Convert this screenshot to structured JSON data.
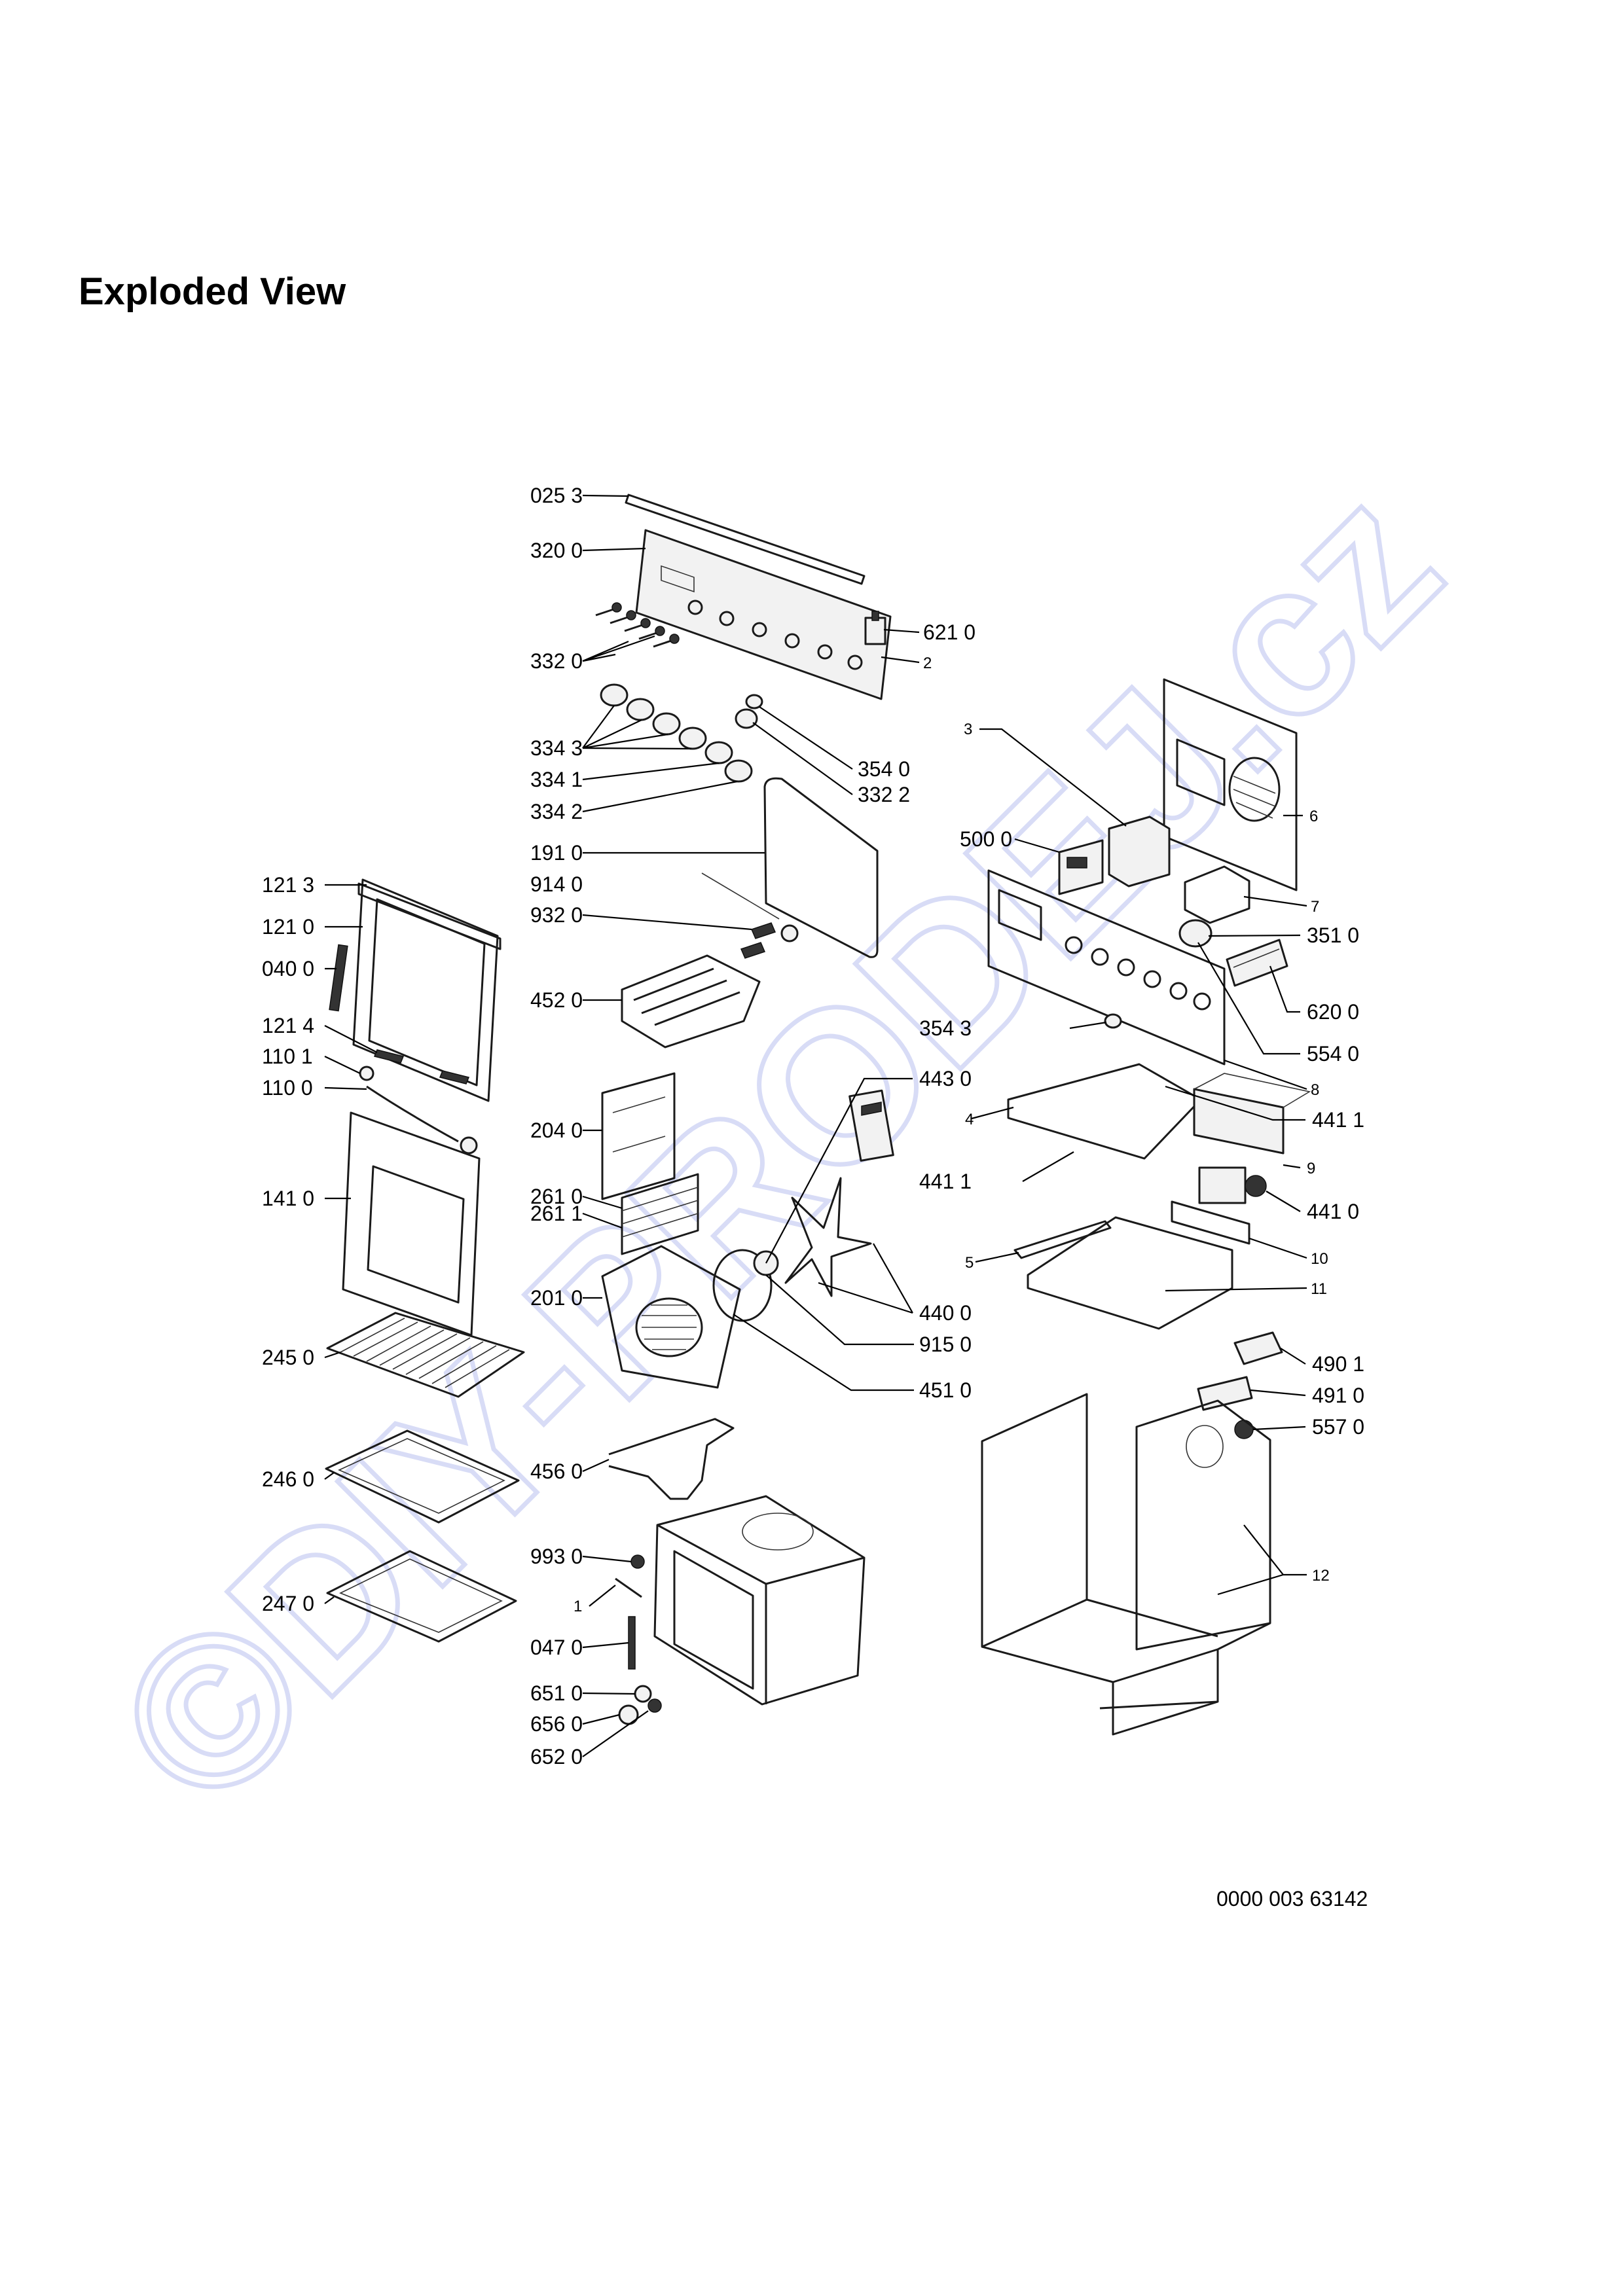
{
  "title": "Exploded View",
  "watermark": "©DIY-PRODEJ.cz",
  "document_code": "0000 003 63142",
  "labels": {
    "l0253": "025 3",
    "l3200": "320 0",
    "l3320": "332 0",
    "l6210": "621 0",
    "l2": "2",
    "l3343": "334 3",
    "l3341": "334 1",
    "l3342": "334 2",
    "l3540": "354 0",
    "l3322": "332 2",
    "l1910": "191 0",
    "l9140": "914 0",
    "l9320": "932 0",
    "l4520": "452 0",
    "l1213": "121 3",
    "l1210": "121 0",
    "l0400": "040 0",
    "l1214": "121 4",
    "l1101": "110 1",
    "l1100": "110 0",
    "l1410": "141 0",
    "l2040": "204 0",
    "l2610": "261 0",
    "l2611": "261 1",
    "l2010": "201 0",
    "l2450": "245 0",
    "l2460": "246 0",
    "l2470": "247 0",
    "l4560": "456 0",
    "l9930": "993 0",
    "l1": "1",
    "l0470": "047 0",
    "l6510": "651 0",
    "l6560": "656 0",
    "l6520": "652 0",
    "l4430": "443 0",
    "l4400": "440 0",
    "l9150": "915 0",
    "l4510": "451 0",
    "l3": "3",
    "l5000": "500 0",
    "l6": "6",
    "l7": "7",
    "l3510": "351 0",
    "l6200": "620 0",
    "l3543": "354 3",
    "l5540": "554 0",
    "l8": "8",
    "l4": "4",
    "l4411a": "441 1",
    "l4411b": "441 1",
    "l9": "9",
    "l4410": "441 0",
    "l5": "5",
    "l10": "10",
    "l11": "11",
    "l4901": "490 1",
    "l4910": "491 0",
    "l5570": "557 0",
    "l12": "12"
  }
}
